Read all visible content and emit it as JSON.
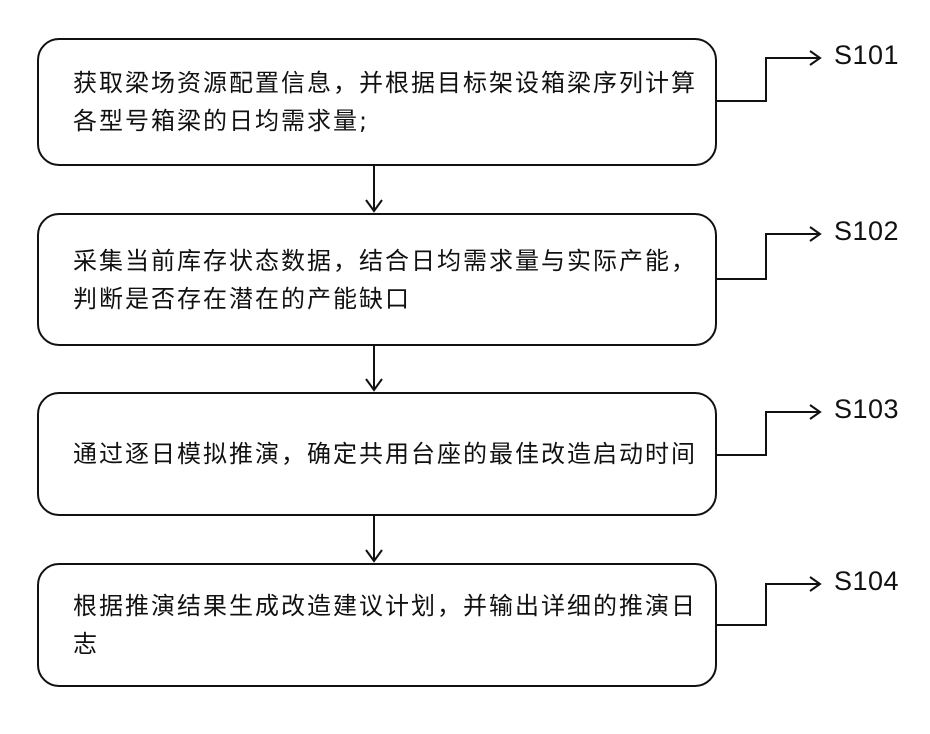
{
  "steps": [
    {
      "id": "S101",
      "text": "获取梁场资源配置信息，并根据目标架设箱梁序列计算各型号箱梁的日均需求量;"
    },
    {
      "id": "S102",
      "text": "采集当前库存状态数据，结合日均需求量与实际产能，判断是否存在潜在的产能缺口"
    },
    {
      "id": "S103",
      "text": "通过逐日模拟推演，确定共用台座的最佳改造启动时间"
    },
    {
      "id": "S104",
      "text": "根据推演结果生成改造建议计划，并输出详细的推演日志"
    }
  ],
  "colors": {
    "line": "#111111",
    "background": "#ffffff"
  }
}
